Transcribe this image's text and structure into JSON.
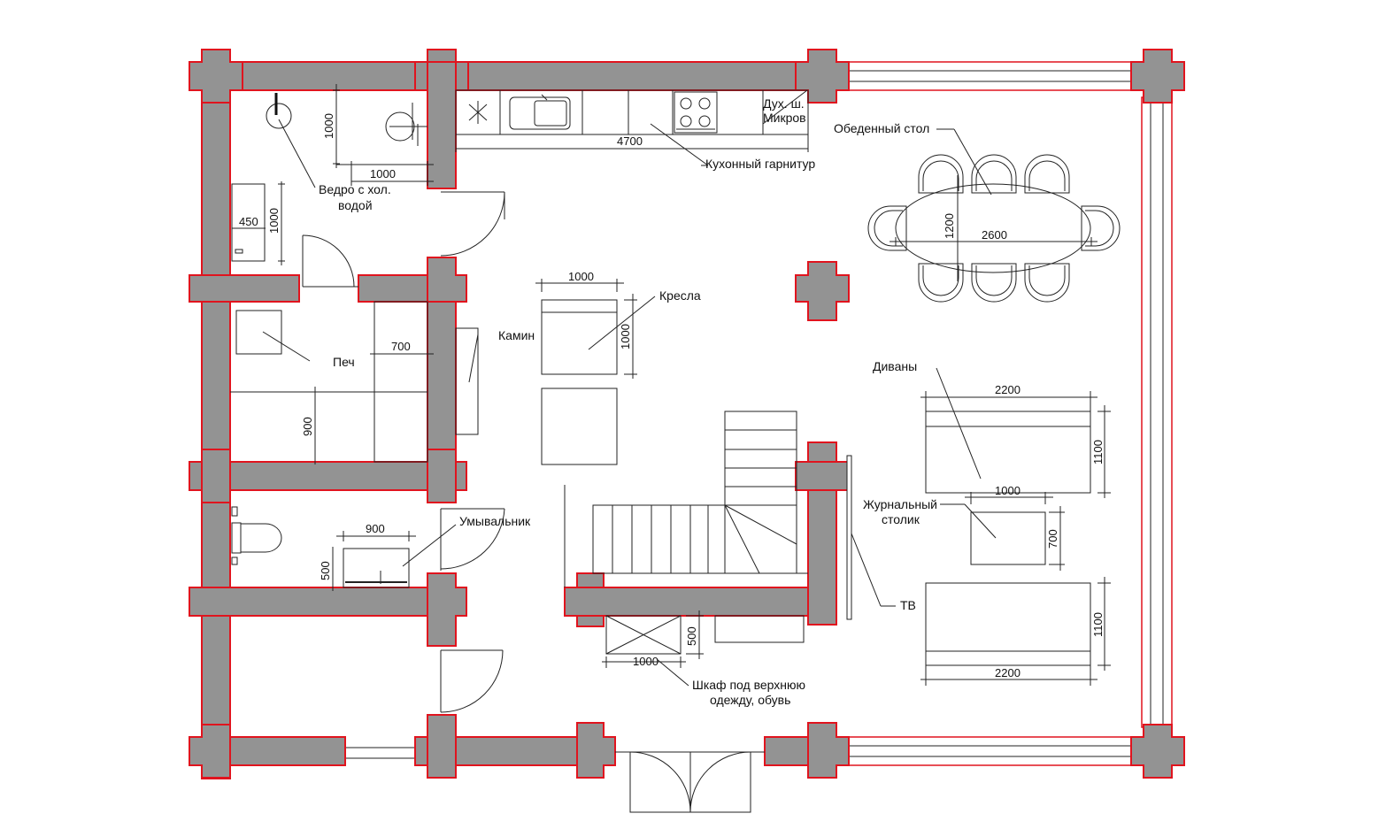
{
  "labels": {
    "kitchen_set": "Кухонный гарнитур",
    "oven_line1": "Дух. ш.",
    "oven_line2": "Микров",
    "dining_table": "Обеденный стол",
    "bucket_line1": "Ведро с хол.",
    "bucket_line2": "водой",
    "armchairs": "Кресла",
    "fireplace": "Камин",
    "stove": "Печ",
    "sofas": "Диваны",
    "coffee_table_line1": "Журнальный",
    "coffee_table_line2": "столик",
    "washbasin": "Умывальник",
    "tv": "ТВ",
    "wardrobe_line1": "Шкаф под верхнюю",
    "wardrobe_line2": "одежду, обувь"
  },
  "dimensions": {
    "kitchen_length": "4700",
    "shower_height": "1000",
    "shower_width": "1000",
    "tank_width": "450",
    "tank_height": "1000",
    "armchair_width": "1000",
    "armchair_height": "1000",
    "stove_width": "700",
    "stove_depth": "900",
    "dining_table_length": "2600",
    "dining_table_width": "1200",
    "sofa_top_length": "2200",
    "sofa_top_depth": "1100",
    "coffee_table_length": "1000",
    "coffee_table_depth": "700",
    "sofa_bottom_length": "2200",
    "sofa_bottom_depth": "1100",
    "washbasin_width": "900",
    "washbasin_depth": "500",
    "wardrobe_width": "1000",
    "wardrobe_depth": "500"
  },
  "colors": {
    "wall_fill": "#939393",
    "wall_outline": "#e0141e",
    "line": "#222222"
  }
}
